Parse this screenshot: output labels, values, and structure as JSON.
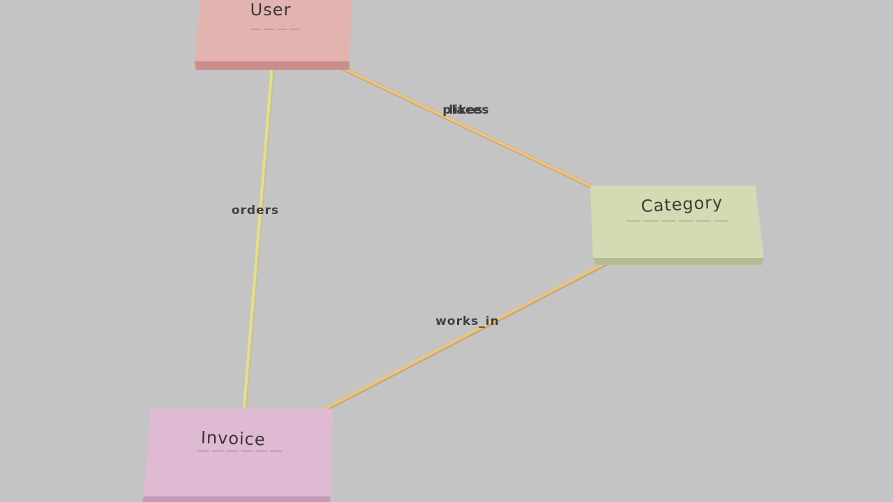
{
  "diagram": {
    "background": "#c4c4c4",
    "entities": [
      {
        "id": "user",
        "name": "User",
        "face_color": "#e3b3b0",
        "side_color": "#c98e8a",
        "text_color": "#3a3636",
        "field_color": "#c99b98",
        "field_dashes": 4
      },
      {
        "id": "category",
        "name": "Category",
        "face_color": "#d4dab4",
        "side_color": "#b6bd93",
        "text_color": "#3a3d33",
        "field_color": "#b9c097",
        "field_dashes": 6
      },
      {
        "id": "invoice",
        "name": "Invoice",
        "face_color": "#dfbbd3",
        "side_color": "#c59ab8",
        "text_color": "#3a3338",
        "field_color": "#c99cbd",
        "field_dashes": 6
      }
    ],
    "relations": [
      {
        "id": "user-invoice",
        "from": "user",
        "to": "invoice",
        "labels": [
          "orders"
        ],
        "color": "#e2dd97",
        "shadow": "#c9c37c"
      },
      {
        "id": "user-category",
        "from": "user",
        "to": "category",
        "labels": [
          "places",
          "likes"
        ],
        "color": "#e8c488",
        "shadow": "#caa76c"
      },
      {
        "id": "category-invoice",
        "from": "category",
        "to": "invoice",
        "labels": [
          "works_in"
        ],
        "color": "#e8c488",
        "shadow": "#caa76c"
      }
    ]
  }
}
